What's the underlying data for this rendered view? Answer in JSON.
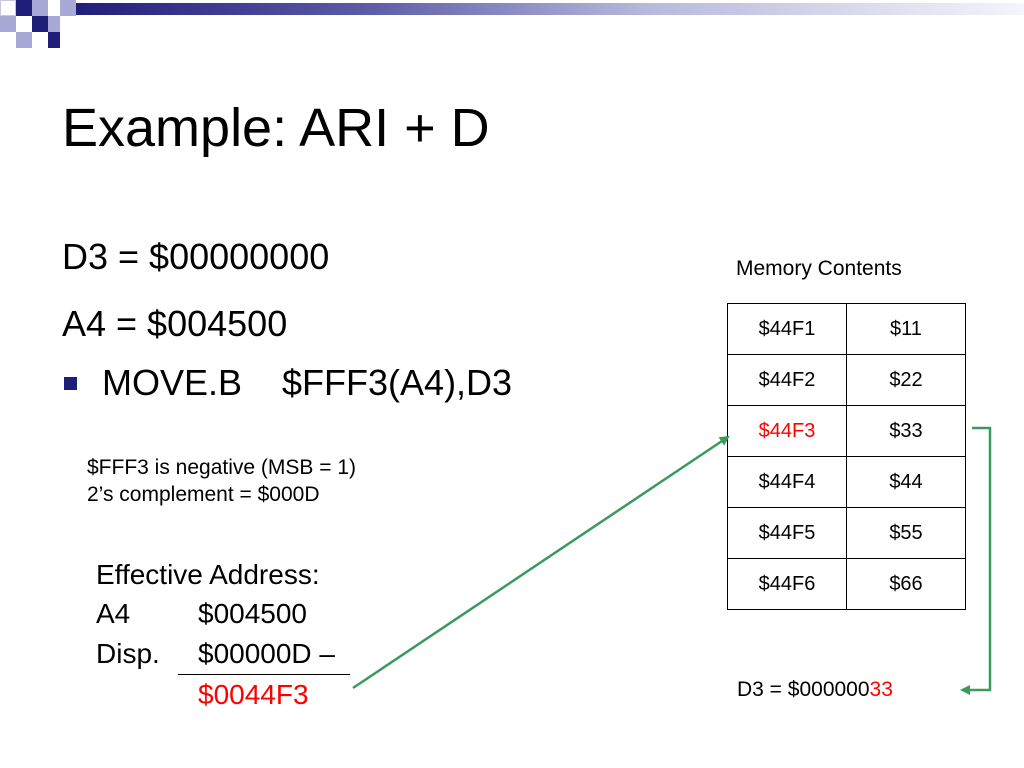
{
  "slide": {
    "title": "Example: ARI + D",
    "lines": {
      "d3": "D3 = $00000000",
      "a4": "A4 = $004500",
      "bullet": "MOVE.B    $FFF3(A4),D3"
    },
    "note": {
      "line1": "$FFF3 is negative (MSB = 1)",
      "line2": "2’s complement = $000D"
    },
    "effective_address": {
      "heading": "Effective Address:",
      "row1_label": "A4",
      "row1_value": "$004500",
      "row2_label": "Disp.",
      "row2_value": "$00000D –",
      "result": "$0044F3"
    },
    "memory": {
      "title": "Memory Contents",
      "rows": [
        {
          "address": "$44F1",
          "value": "$11"
        },
        {
          "address": "$44F2",
          "value": "$22"
        },
        {
          "address": "$44F3",
          "value": "$33"
        },
        {
          "address": "$44F4",
          "value": "$44"
        },
        {
          "address": "$44F5",
          "value": "$55"
        },
        {
          "address": "$44F6",
          "value": "$66"
        }
      ]
    },
    "result": {
      "prefix": "D3 = $000000",
      "highlight": "33"
    },
    "colors": {
      "accent_red": "#ff0000",
      "arrow_green": "#3a9a5a",
      "banner_navy": "#1f1f7a",
      "banner_lavender": "#a9a9d8"
    }
  }
}
